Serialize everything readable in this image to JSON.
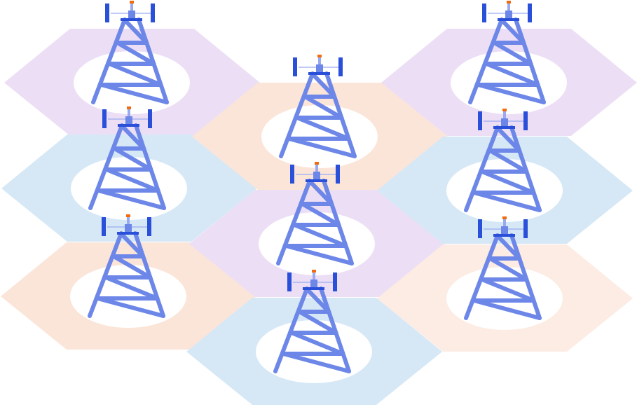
{
  "colors": {
    "purple_cell": "#ecdff5",
    "blue_cell": "#d6e8f6",
    "peach_cell": "#fbe5d9",
    "light_peach_cell": "#fcece3",
    "coverage_area": "#ffffff",
    "tower_frame": "#6d87e8",
    "antenna_panel": "#2a4fd9",
    "beacon": "#f26b0c"
  },
  "cells": [
    {
      "fill": "purple_cell",
      "icon": "cell-tower-icon"
    },
    {
      "fill": "blue_cell",
      "icon": "cell-tower-icon"
    },
    {
      "fill": "peach_cell",
      "icon": "cell-tower-icon"
    },
    {
      "fill": "peach_cell",
      "icon": "cell-tower-icon"
    },
    {
      "fill": "purple_cell",
      "icon": "cell-tower-icon"
    },
    {
      "fill": "blue_cell",
      "icon": "cell-tower-icon"
    },
    {
      "fill": "purple_cell",
      "icon": "cell-tower-icon"
    },
    {
      "fill": "blue_cell",
      "icon": "cell-tower-icon"
    },
    {
      "fill": "light_peach_cell",
      "icon": "cell-tower-icon"
    }
  ]
}
